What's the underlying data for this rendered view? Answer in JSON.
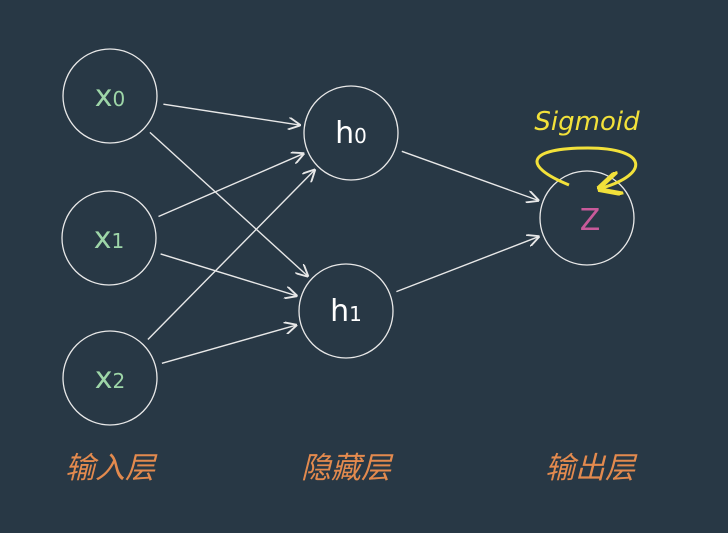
{
  "colors": {
    "background": "#283845",
    "stroke": "#e8e8e8",
    "input_text": "#9ed6a8",
    "hidden_text": "#ffffff",
    "output_text": "#c85a9a",
    "layer_label": "#e38a4e",
    "activation": "#f2e13a"
  },
  "layers": {
    "input": {
      "label": "输入层",
      "nodes": [
        {
          "letter": "x",
          "sub": "0"
        },
        {
          "letter": "x",
          "sub": "1"
        },
        {
          "letter": "x",
          "sub": "2"
        }
      ]
    },
    "hidden": {
      "label": "隐藏层",
      "nodes": [
        {
          "letter": "h",
          "sub": "0"
        },
        {
          "letter": "h",
          "sub": "1"
        }
      ]
    },
    "output": {
      "label": "输出层",
      "nodes": [
        {
          "letter": "Z",
          "sub": ""
        }
      ]
    }
  },
  "activation": {
    "label": "Sigmoid"
  },
  "edges": [
    {
      "from": "x0",
      "to": "h0"
    },
    {
      "from": "x0",
      "to": "h1"
    },
    {
      "from": "x1",
      "to": "h0"
    },
    {
      "from": "x1",
      "to": "h1"
    },
    {
      "from": "x2",
      "to": "h0"
    },
    {
      "from": "x2",
      "to": "h1"
    },
    {
      "from": "h0",
      "to": "z"
    },
    {
      "from": "h1",
      "to": "z"
    }
  ]
}
